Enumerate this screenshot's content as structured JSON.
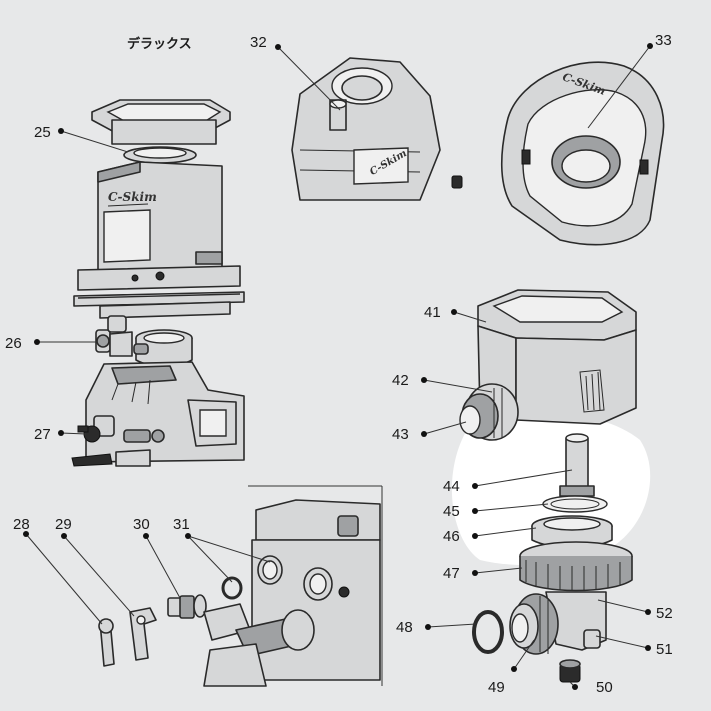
{
  "title": "デラックス",
  "brand": "C-Skim",
  "callouts": [
    {
      "id": "25",
      "text": "25"
    },
    {
      "id": "26",
      "text": "26"
    },
    {
      "id": "27",
      "text": "27"
    },
    {
      "id": "28",
      "text": "28"
    },
    {
      "id": "29",
      "text": "29"
    },
    {
      "id": "30",
      "text": "30"
    },
    {
      "id": "31",
      "text": "31"
    },
    {
      "id": "32",
      "text": "32"
    },
    {
      "id": "33",
      "text": "33"
    },
    {
      "id": "41",
      "text": "41"
    },
    {
      "id": "42",
      "text": "42"
    },
    {
      "id": "43",
      "text": "43"
    },
    {
      "id": "44",
      "text": "44"
    },
    {
      "id": "45",
      "text": "45"
    },
    {
      "id": "46",
      "text": "46"
    },
    {
      "id": "47",
      "text": "47"
    },
    {
      "id": "48",
      "text": "48"
    },
    {
      "id": "49",
      "text": "49"
    },
    {
      "id": "50",
      "text": "50"
    },
    {
      "id": "51",
      "text": "51"
    },
    {
      "id": "52",
      "text": "52"
    }
  ]
}
